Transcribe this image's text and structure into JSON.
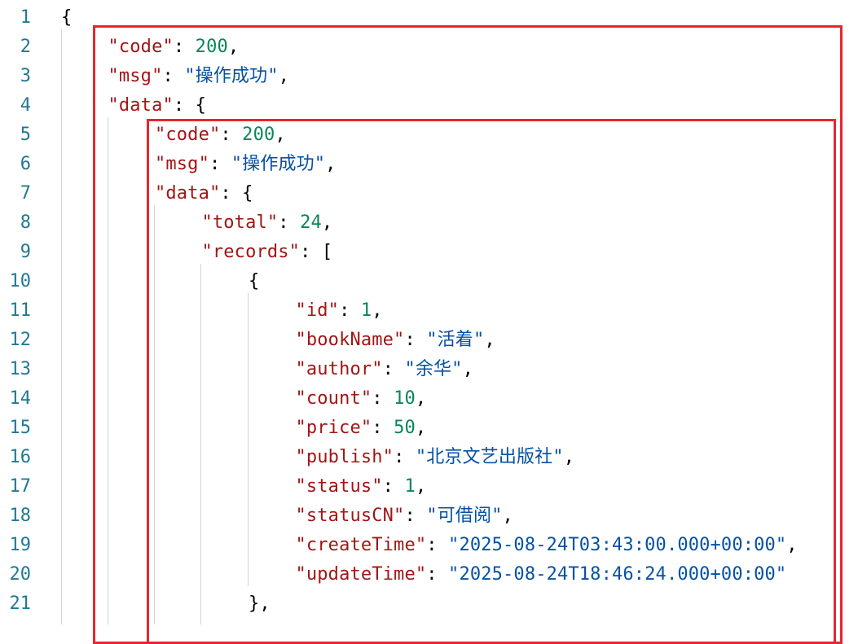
{
  "editor": {
    "lines": [
      {
        "no": "1",
        "indent": 0,
        "parts": [
          [
            "p",
            "{"
          ]
        ]
      },
      {
        "no": "2",
        "indent": 1,
        "parts": [
          [
            "k",
            "\"code\""
          ],
          [
            "p",
            ": "
          ],
          [
            "n",
            "200"
          ],
          [
            "p",
            ","
          ]
        ]
      },
      {
        "no": "3",
        "indent": 1,
        "parts": [
          [
            "k",
            "\"msg\""
          ],
          [
            "p",
            ": "
          ],
          [
            "s",
            "\"操作成功\""
          ],
          [
            "p",
            ","
          ]
        ]
      },
      {
        "no": "4",
        "indent": 1,
        "parts": [
          [
            "k",
            "\"data\""
          ],
          [
            "p",
            ": {"
          ]
        ]
      },
      {
        "no": "5",
        "indent": 2,
        "parts": [
          [
            "k",
            "\"code\""
          ],
          [
            "p",
            ": "
          ],
          [
            "n",
            "200"
          ],
          [
            "p",
            ","
          ]
        ]
      },
      {
        "no": "6",
        "indent": 2,
        "parts": [
          [
            "k",
            "\"msg\""
          ],
          [
            "p",
            ": "
          ],
          [
            "s",
            "\"操作成功\""
          ],
          [
            "p",
            ","
          ]
        ]
      },
      {
        "no": "7",
        "indent": 2,
        "parts": [
          [
            "k",
            "\"data\""
          ],
          [
            "p",
            ": {"
          ]
        ]
      },
      {
        "no": "8",
        "indent": 3,
        "parts": [
          [
            "k",
            "\"total\""
          ],
          [
            "p",
            ": "
          ],
          [
            "n",
            "24"
          ],
          [
            "p",
            ","
          ]
        ]
      },
      {
        "no": "9",
        "indent": 3,
        "parts": [
          [
            "k",
            "\"records\""
          ],
          [
            "p",
            ": ["
          ]
        ]
      },
      {
        "no": "10",
        "indent": 4,
        "parts": [
          [
            "p",
            "{"
          ]
        ]
      },
      {
        "no": "11",
        "indent": 5,
        "parts": [
          [
            "k",
            "\"id\""
          ],
          [
            "p",
            ": "
          ],
          [
            "n",
            "1"
          ],
          [
            "p",
            ","
          ]
        ]
      },
      {
        "no": "12",
        "indent": 5,
        "parts": [
          [
            "k",
            "\"bookName\""
          ],
          [
            "p",
            ": "
          ],
          [
            "s",
            "\"活着\""
          ],
          [
            "p",
            ","
          ]
        ]
      },
      {
        "no": "13",
        "indent": 5,
        "parts": [
          [
            "k",
            "\"author\""
          ],
          [
            "p",
            ": "
          ],
          [
            "s",
            "\"余华\""
          ],
          [
            "p",
            ","
          ]
        ]
      },
      {
        "no": "14",
        "indent": 5,
        "parts": [
          [
            "k",
            "\"count\""
          ],
          [
            "p",
            ": "
          ],
          [
            "n",
            "10"
          ],
          [
            "p",
            ","
          ]
        ]
      },
      {
        "no": "15",
        "indent": 5,
        "parts": [
          [
            "k",
            "\"price\""
          ],
          [
            "p",
            ": "
          ],
          [
            "n",
            "50"
          ],
          [
            "p",
            ","
          ]
        ]
      },
      {
        "no": "16",
        "indent": 5,
        "parts": [
          [
            "k",
            "\"publish\""
          ],
          [
            "p",
            ": "
          ],
          [
            "s",
            "\"北京文艺出版社\""
          ],
          [
            "p",
            ","
          ]
        ]
      },
      {
        "no": "17",
        "indent": 5,
        "parts": [
          [
            "k",
            "\"status\""
          ],
          [
            "p",
            ": "
          ],
          [
            "n",
            "1"
          ],
          [
            "p",
            ","
          ]
        ]
      },
      {
        "no": "18",
        "indent": 5,
        "parts": [
          [
            "k",
            "\"statusCN\""
          ],
          [
            "p",
            ": "
          ],
          [
            "s",
            "\"可借阅\""
          ],
          [
            "p",
            ","
          ]
        ]
      },
      {
        "no": "19",
        "indent": 5,
        "parts": [
          [
            "k",
            "\"createTime\""
          ],
          [
            "p",
            ": "
          ],
          [
            "s",
            "\"2025-08-24T03:43:00.000+00:00\""
          ],
          [
            "p",
            ","
          ]
        ]
      },
      {
        "no": "20",
        "indent": 5,
        "parts": [
          [
            "k",
            "\"updateTime\""
          ],
          [
            "p",
            ": "
          ],
          [
            "s",
            "\"2025-08-24T18:46:24.000+00:00\""
          ]
        ]
      },
      {
        "no": "21",
        "indent": 4,
        "parts": [
          [
            "p",
            "},"
          ]
        ]
      }
    ]
  },
  "colors": {
    "key": "#a31515",
    "string": "#0451a5",
    "number": "#098658",
    "line_number": "#237893",
    "highlight_box": "#e8262f"
  }
}
